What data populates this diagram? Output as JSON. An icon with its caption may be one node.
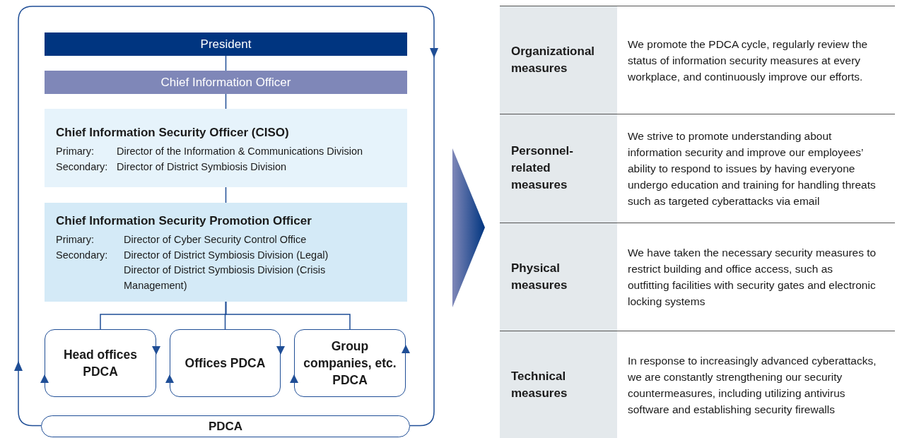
{
  "diagram": {
    "nodes": [
      {
        "text": [
          "President"
        ]
      },
      {
        "text": [
          "Chief Information Officer"
        ]
      },
      {
        "text": [
          "Chief Information Security Officer (CISO)",
          "Primary:",
          "Director of the Information & Communications Division",
          "Secondary:",
          "Director of District Symbiosis Division"
        ]
      },
      {
        "text": [
          "Chief Information Security Promotion Officer",
          "Primary:",
          "Director of Cyber Security Control Office",
          "Secondary:",
          "Director of District Symbiosis Division (Legal)",
          "Director of District Symbiosis Division (Crisis Management)"
        ]
      },
      {
        "text": [
          "Head offices PDCA"
        ]
      },
      {
        "text": [
          "Offices PDCA"
        ]
      },
      {
        "text": [
          "Group companies, etc. PDCA"
        ]
      },
      {
        "text": [
          "PDCA"
        ]
      }
    ],
    "edges": [
      {
        "from": 0,
        "to": 1,
        "arrow": "none"
      },
      {
        "from": 1,
        "to": 2,
        "arrow": "none"
      },
      {
        "from": 2,
        "to": 3,
        "arrow": "none"
      },
      {
        "from": 3,
        "to": 4,
        "arrow": "none"
      },
      {
        "from": 3,
        "to": 5,
        "arrow": "none"
      },
      {
        "from": 3,
        "to": 6,
        "arrow": "none"
      },
      {
        "from": 7,
        "to": 7,
        "arrow": "to"
      }
    ],
    "labels": [
      "Organizational measures",
      "We promote the PDCA cycle, regularly review the status of information security measures at every workplace, and continuously improve our efforts.",
      "Personnel-related measures",
      "We strive to promote understanding about information security and improve our employees’ ability to respond to issues by having everyone undergo education and training for handling threats such as targeted cyberattacks via email",
      "Physical measures",
      "We have taken the necessary security measures to restrict building and office access, such as outfitting facilities with security gates and electronic locking systems",
      "Technical measures",
      "In response to increasingly advanced cyberattacks, we are constantly strengthening our security countermeasures, including utilizing antivirus software and establishing security firewalls"
    ]
  }
}
